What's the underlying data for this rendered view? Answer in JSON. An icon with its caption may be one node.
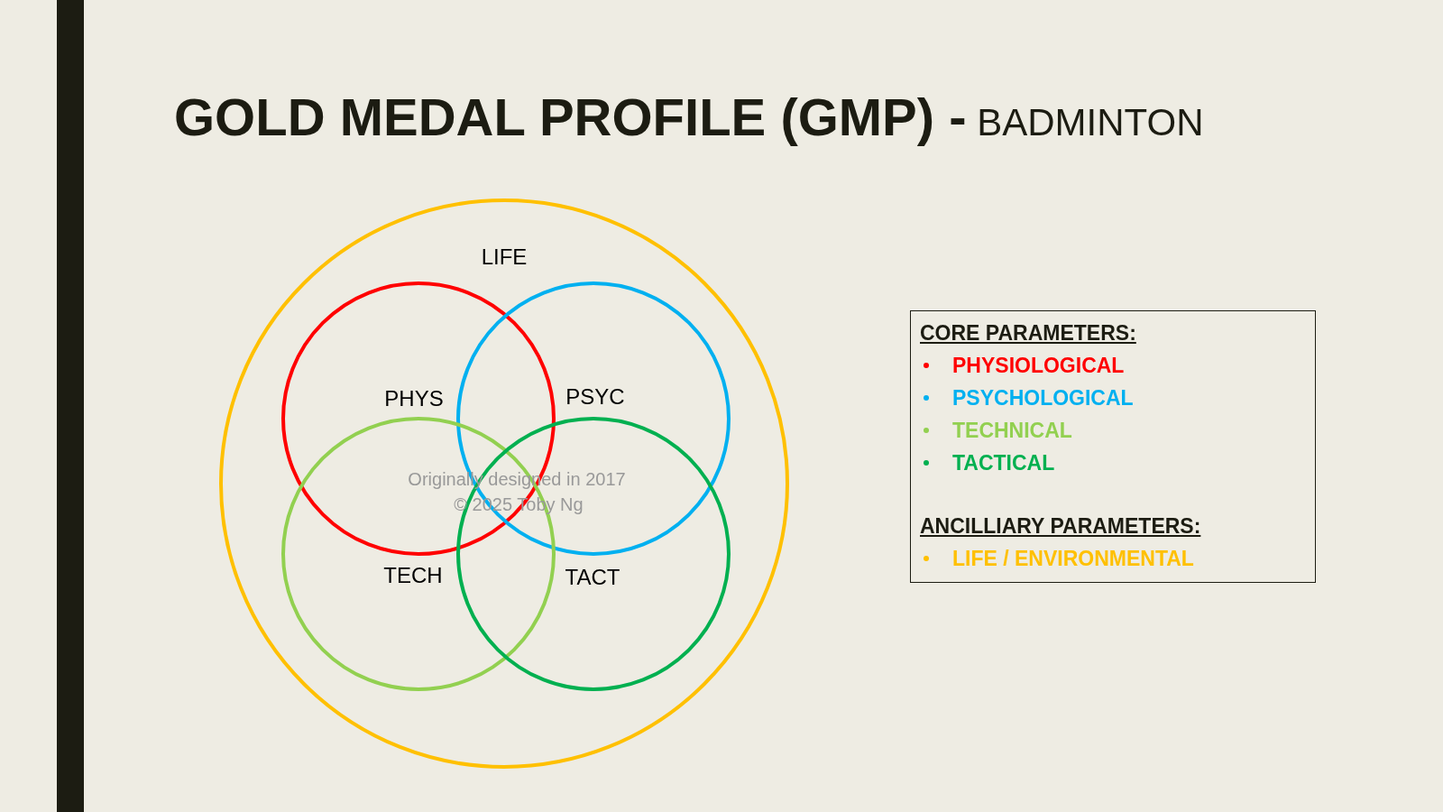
{
  "diagram": {
    "title": "**GOLD MEDAL PROFILE (GMP) -** BADMINTON",
    "nodes": [
      {
        "text": [
          "LIFE"
        ]
      },
      {
        "text": [
          "PHYS"
        ],
        "in": 0
      },
      {
        "text": [
          "PSYC"
        ],
        "in": 0
      },
      {
        "text": [
          "TECH"
        ],
        "in": 0
      },
      {
        "text": [
          "TACT"
        ],
        "in": 0
      },
      {
        "text": [],
        "shape": "bar"
      }
    ],
    "labels": [
      "Originally designed in 2017",
      "© 2025 Toby Ng",
      "CORE PARAMETERS:",
      "ANCILLIARY PARAMETERS:"
    ],
    "legend": [
      {
        "text": "PHYSIOLOGICAL",
        "color": "#ff0000"
      },
      {
        "text": "PSYCHOLOGICAL",
        "color": "#00b0f0"
      },
      {
        "text": "TECHNICAL",
        "color": "#92d050"
      },
      {
        "text": "TACTICAL",
        "color": "#00b050"
      },
      {
        "text": "LIFE / ENVIRONMENTAL",
        "color": "#ffc000"
      }
    ]
  }
}
